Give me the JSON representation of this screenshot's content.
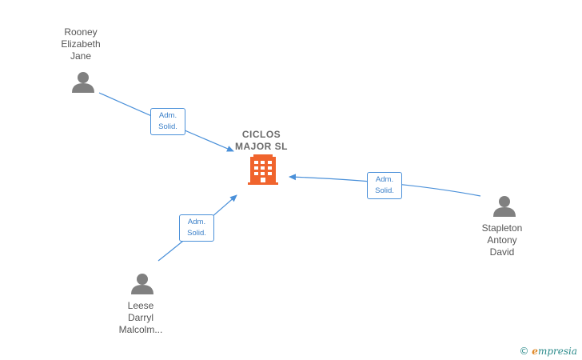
{
  "company": {
    "name_line1": "CICLOS",
    "name_line2": "MAJOR  SL",
    "icon": "building-icon",
    "icon_color": "#f0642d"
  },
  "people": [
    {
      "id": "rooney",
      "lines": [
        "Rooney",
        "Elizabeth",
        "Jane"
      ],
      "icon": "person-icon"
    },
    {
      "id": "stapleton",
      "lines": [
        "Stapleton",
        "Antony",
        "David"
      ],
      "icon": "person-icon"
    },
    {
      "id": "leese",
      "lines": [
        "Leese",
        "Darryl",
        "Malcolm..."
      ],
      "icon": "person-icon"
    }
  ],
  "relations": [
    {
      "from": "rooney",
      "line1": "Adm.",
      "line2": "Solid."
    },
    {
      "from": "stapleton",
      "line1": "Adm.",
      "line2": "Solid."
    },
    {
      "from": "leese",
      "line1": "Adm.",
      "line2": "Solid."
    }
  ],
  "colors": {
    "edge": "#4a90d9",
    "person": "#808080"
  },
  "footer": {
    "copyright_symbol": "©",
    "brand_initial": "e",
    "brand_rest": "mpresia"
  }
}
